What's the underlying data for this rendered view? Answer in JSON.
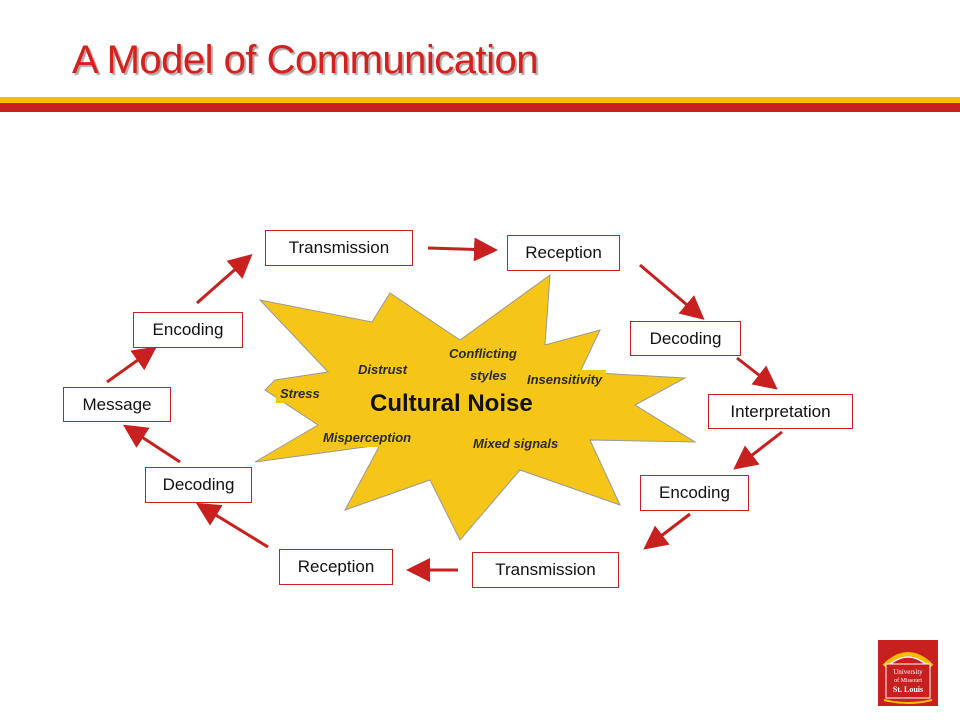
{
  "title": "A Model of Communication",
  "colors": {
    "accent_red": "#c7201e",
    "accent_yellow": "#f3bd00",
    "burst_fill": "#f5c518"
  },
  "nodes": {
    "transmission_top": "Transmission",
    "reception_top": "Reception",
    "decoding_right": "Decoding",
    "interpretation": "Interpretation",
    "encoding_right": "Encoding",
    "transmission_bottom": "Transmission",
    "reception_bottom": "Reception",
    "decoding_left": "Decoding",
    "message": "Message",
    "encoding_left": "Encoding"
  },
  "noise": {
    "label": "Cultural Noise",
    "factors": {
      "distrust": "Distrust",
      "conflicting": "Conflicting",
      "styles": "styles",
      "insensitivity": "Insensitivity",
      "stress": "Stress",
      "misperception": "Misperception",
      "mixed_signals": "Mixed signals"
    }
  },
  "logo": {
    "text": "University of Missouri St. Louis"
  }
}
